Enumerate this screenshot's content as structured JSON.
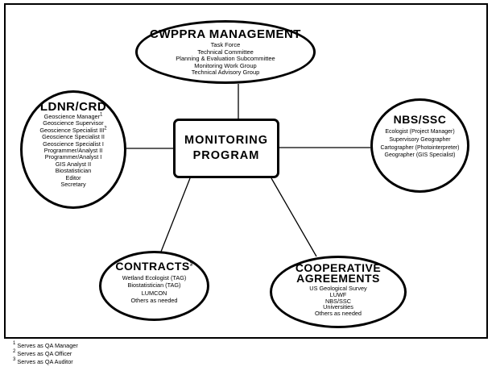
{
  "center": {
    "line1": "MONITORING",
    "line2": "PROGRAM"
  },
  "cwppra": {
    "title": "CWPPRA MANAGEMENT",
    "items": [
      "Task Force",
      "Technical Committee",
      "Planning & Evaluation Subcommittee",
      "Monitoring Work Group",
      "Technical Advisory Group"
    ]
  },
  "ldnr": {
    "title": "LDNR/CRD",
    "items": [
      "Geoscience Manager",
      "Geoscience Supervisor",
      "Geoscience Specialist III",
      "Geoscience Specialist II",
      "Geoscience Specialist I",
      "Programmer/Analyst II",
      "Programmer/Analyst I",
      "GIS Analyst II",
      "Biostatistician",
      "Editor",
      "Secretary"
    ],
    "marks": {
      "manager": "1",
      "specialist3": "2"
    }
  },
  "nbs": {
    "title": "NBS/SSC",
    "items": [
      "Ecologist (Project Manager)",
      "Supervisory Geographer",
      "Cartographer (Photointerpreter)",
      "Geographer (GIS Specialist)"
    ]
  },
  "contracts": {
    "title": "CONTRACTS",
    "mark": "3",
    "items": [
      "Wetland Ecologist (TAG)",
      "Biostatistician (TAG)",
      "LUMCON",
      "Others as needed"
    ]
  },
  "coop": {
    "title_line1": "COOPERATIVE",
    "title_line2": "AGREEMENTS",
    "items": [
      "US Geological Survey",
      "LUWF",
      "NBS/SSC",
      "Universities",
      "Others as needed"
    ]
  },
  "footnotes": [
    {
      "mark": "1",
      "text": "Serves as QA Manager"
    },
    {
      "mark": "2",
      "text": "Serves as QA Officer"
    },
    {
      "mark": "3",
      "text": "Serves as QA Auditor"
    }
  ]
}
